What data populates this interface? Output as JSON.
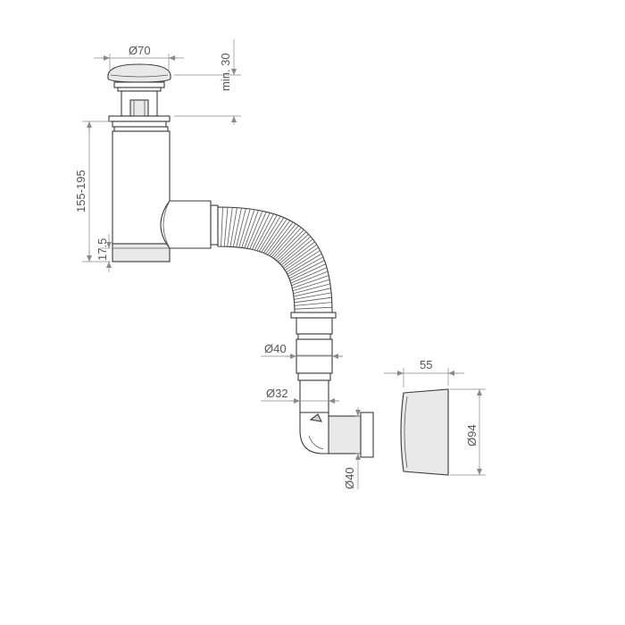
{
  "dimensions": {
    "cap_diameter": "Ø70",
    "cap_height": "min. 30",
    "body_height": "155-195",
    "bottom_offset": "17.5",
    "hose_diameter": "Ø40",
    "pipe_diameter": "Ø32",
    "outlet_diameter": "Ø40",
    "cover_depth": "55",
    "cover_diameter": "Ø94"
  },
  "colors": {
    "line": "#3a3a3a",
    "dimension": "#8a8a8a"
  }
}
